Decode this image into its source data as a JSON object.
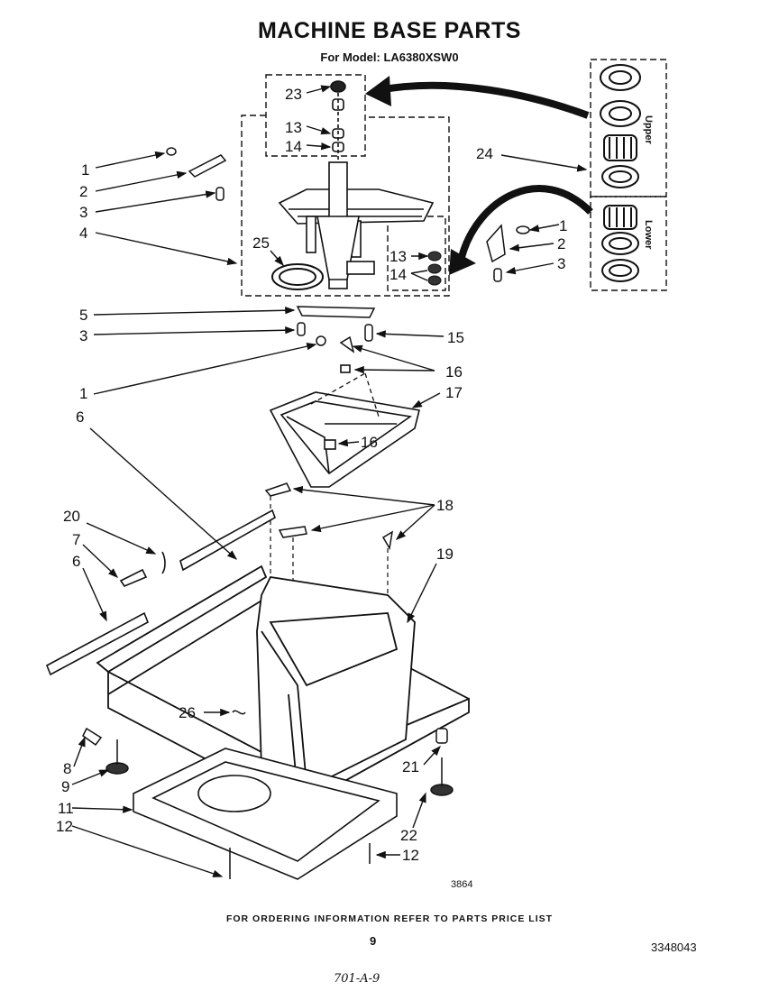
{
  "header": {
    "title": "MACHINE BASE PARTS",
    "model": "For Model: LA6380XSW0"
  },
  "inset": {
    "upper_label": "Upper",
    "lower_label": "Lower"
  },
  "callouts": {
    "c23": "23",
    "c13a": "13",
    "c14a": "14",
    "c24": "24",
    "c1a": "1",
    "c2a": "2",
    "c3a": "3",
    "c4": "4",
    "c25": "25",
    "c13b": "13",
    "c14b": "14",
    "c1b": "1",
    "c2b": "2",
    "c3b": "3",
    "c5": "5",
    "c3c": "3",
    "c15": "15",
    "c1c": "1",
    "c16a": "16",
    "c6a": "6",
    "c17": "17",
    "c16b": "16",
    "c20": "20",
    "c18": "18",
    "c7": "7",
    "c19": "19",
    "c6b": "6",
    "c26": "26",
    "c8": "8",
    "c21": "21",
    "c9": "9",
    "c11": "11",
    "c12a": "12",
    "c22": "22",
    "c12b": "12"
  },
  "diagram_code": "3864",
  "footer": {
    "ordering": "FOR ORDERING INFORMATION REFER TO PARTS PRICE LIST",
    "page": "9",
    "doc_number": "3348043",
    "handwritten": "701-A-9"
  }
}
